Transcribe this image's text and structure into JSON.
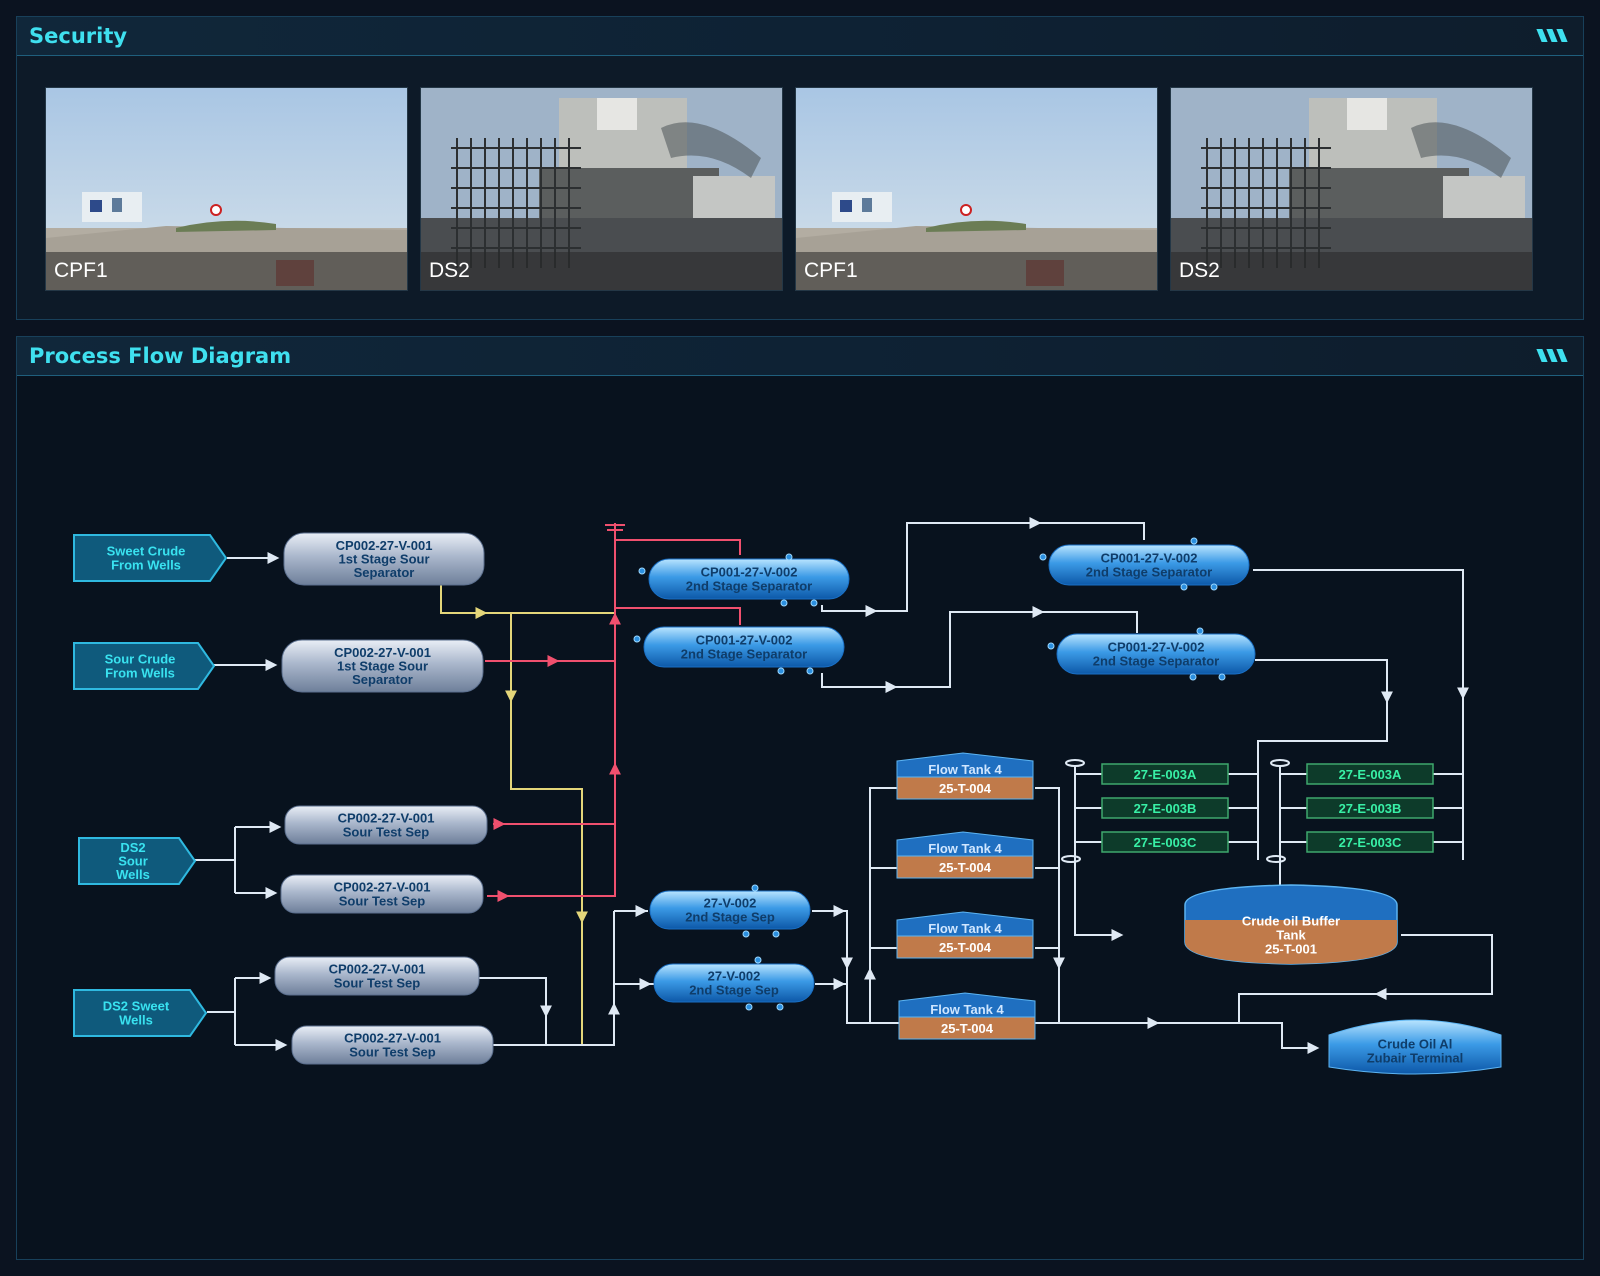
{
  "security": {
    "title": "Security",
    "cameras": [
      {
        "label": "CPF1",
        "scene": "desert-site"
      },
      {
        "label": "DS2",
        "scene": "industrial-unit"
      },
      {
        "label": "CPF1",
        "scene": "desert-site"
      },
      {
        "label": "DS2",
        "scene": "industrial-unit"
      }
    ]
  },
  "process": {
    "title": "Process Flow Diagram",
    "sources": {
      "sweet_crude": [
        "Sweet Crude",
        "From Wells"
      ],
      "sour_crude": [
        "Sour Crude",
        "From Wells"
      ],
      "ds2_sour": [
        "DS2",
        "Sour",
        "Wells"
      ],
      "ds2_sweet": [
        "DS2 Sweet",
        "Wells"
      ]
    },
    "first_stage": [
      [
        "CP002-27-V-001",
        "1st Stage Sour",
        "Separator"
      ],
      [
        "CP002-27-V-001",
        "1st Stage Sour",
        "Separator"
      ]
    ],
    "test_seps": [
      [
        "CP002-27-V-001",
        "Sour Test Sep"
      ],
      [
        "CP002-27-V-001",
        "Sour Test Sep"
      ],
      [
        "CP002-27-V-001",
        "Sour Test Sep"
      ],
      [
        "CP002-27-V-001",
        "Sour Test Sep"
      ]
    ],
    "second_stage_cp": [
      [
        "CP001-27-V-002",
        "2nd Stage Separator"
      ],
      [
        "CP001-27-V-002",
        "2nd Stage Separator"
      ],
      [
        "CP001-27-V-002",
        "2nd Stage Separator"
      ],
      [
        "CP001-27-V-002",
        "2nd Stage Separator"
      ]
    ],
    "second_stage_v": [
      [
        "27-V-002",
        "2nd Stage Sep"
      ],
      [
        "27-V-002",
        "2nd Stage Sep"
      ]
    ],
    "flow_tanks": [
      [
        "Flow Tank 4",
        "25-T-004"
      ],
      [
        "Flow Tank 4",
        "25-T-004"
      ],
      [
        "Flow Tank 4",
        "25-T-004"
      ],
      [
        "Flow Tank 4",
        "25-T-004"
      ]
    ],
    "exchangers_left": [
      "27-E-003A",
      "27-E-003B",
      "27-E-003C"
    ],
    "exchangers_right": [
      "27-E-003A",
      "27-E-003B",
      "27-E-003C"
    ],
    "buffer_tank": [
      "Crude oil Buffer",
      "Tank",
      "25-T-001"
    ],
    "terminal": [
      "Crude Oil Al",
      "Zubair Terminal"
    ],
    "colors": {
      "pipe": "#dfe9f4",
      "pipe_sweet": "#e4d67a",
      "pipe_sour": "#f0506e",
      "tag_bg": "#0f5a7c",
      "tag_text": "#39e2f0",
      "vessel_text": "#0f3d6a",
      "tank_fill": "#c07a4a",
      "exchanger_text": "#38f0a6"
    }
  }
}
